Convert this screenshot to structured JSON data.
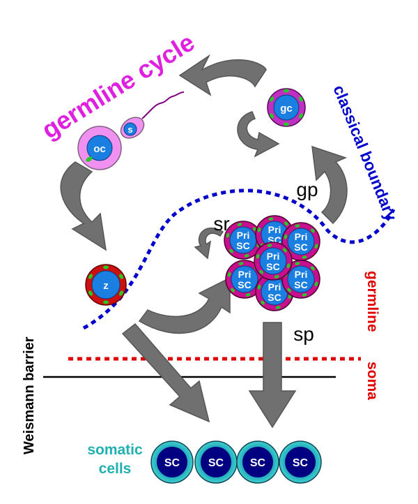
{
  "labels": {
    "germline_cycle": "germline cycle",
    "classical_boundary": "classical boundary",
    "weismann_barrier": "Weismann barrier",
    "germline": "germline",
    "soma": "soma",
    "somatic_cells_line1": "somatic",
    "somatic_cells_line2": "cells",
    "gp": "gp",
    "sr": "sr",
    "sp": "sp"
  },
  "cells": {
    "gc": "gc",
    "oc": "oc",
    "s": "s",
    "z": "z",
    "pri_line1": "Pri",
    "pri_line2": "SC",
    "sc": "SC",
    "somatic": [
      "SC",
      "SC",
      "SC",
      "SC"
    ]
  },
  "colors": {
    "magenta": "#e020e0",
    "blue_dotted": "#0000cc",
    "red_dotted": "#e00000",
    "teal": "#20b0b0",
    "arrow_gray": "#707070",
    "cell_blue": "#1a7fe0",
    "somatic_inner": "#000080",
    "somatic_ring": "#30c0c0",
    "pri_ring": "#e0109a",
    "zygote_ring": "#cc1010",
    "organelle_green": "#22cc22"
  }
}
